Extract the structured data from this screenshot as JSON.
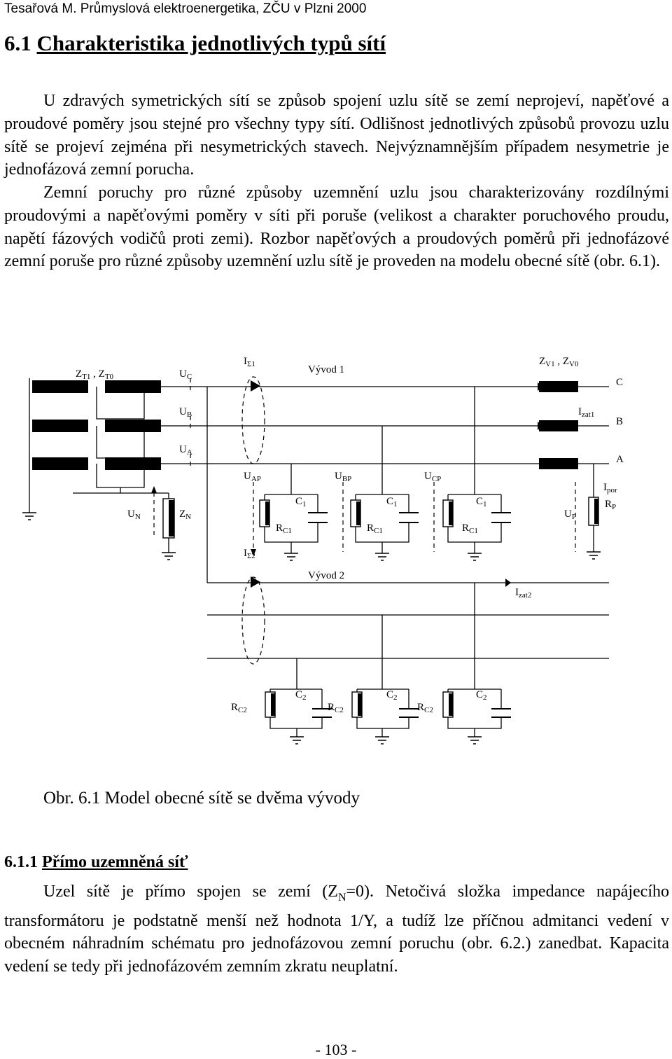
{
  "header": "Tesařová M.   Průmyslová elektroenergetika, ZČU v Plzni 2000",
  "section": {
    "number": "6.1",
    "title": "Charakteristika jednotlivých typů sítí"
  },
  "paragraph1": "U zdravých symetrických sítí se způsob spojení uzlu sítě se zemí neprojeví, napěťové a proudové poměry jsou stejné pro všechny typy sítí. Odlišnost jednotlivých způsobů provozu uzlu sítě se projeví zejména při nesymetrických stavech. Nejvýznamnějším případem nesymetrie je  jednofázová zemní porucha.",
  "paragraph2": "Zemní poruchy pro různé způsoby uzemnění uzlu jsou charakterizovány rozdílnými proudovými a napěťovými poměry v síti při poruše (velikost a charakter poruchového proudu, napětí fázových vodičů proti zemi). Rozbor napěťových a proudových poměrů při jednofázové zemní poruše pro různé způsoby uzemnění uzlu sítě je proveden na modelu obecné sítě (obr. 6.1).",
  "figure": {
    "labels": {
      "zt": "Z",
      "zt_sub1": "T1",
      "zt_sep": " , Z",
      "zt_sub2": "T0",
      "uc": "U",
      "uc_sub": "C",
      "ub": "U",
      "ub_sub": "B",
      "ua": "U",
      "ua_sub": "A",
      "un": "U",
      "un_sub": "N",
      "zn": "Z",
      "zn_sub": "N",
      "is1": "I",
      "is1_sub": "Σ1",
      "is2": "I",
      "is2_sub": "Σ2",
      "vyvod1": "Vývod 1",
      "vyvod2": "Vývod 2",
      "zv": "Z",
      "zv_sub1": "V1",
      "zv_sep": " ,  Z",
      "zv_sub2": "V0",
      "phase_c": "C",
      "phase_b": "B",
      "phase_a": "A",
      "izat1": "I",
      "izat1_sub": "zat1",
      "izat2": "I",
      "izat2_sub": "zat2",
      "uap": "U",
      "uap_sub": "AP",
      "ubp": "U",
      "ubp_sub": "BP",
      "ucp": "U",
      "ucp_sub": "CP",
      "c1": "C",
      "c1_sub": "1",
      "rc1": "R",
      "rc1_sub": "C1",
      "c2": "C",
      "c2_sub": "2",
      "rc2": "R",
      "rc2_sub": "C2",
      "ipor": "I",
      "ipor_sub": "por",
      "rp": "R",
      "rp_sub": "P",
      "up": "U",
      "up_sub": "P"
    }
  },
  "caption": "Obr. 6.1  Model obecné sítě se dvěma vývody",
  "subsection": {
    "number": "6.1.1",
    "title": "Přímo uzemněná síť"
  },
  "paragraph3_a": "Uzel sítě je přímo spojen se zemí (Z",
  "paragraph3_sub": "N",
  "paragraph3_b": "=0). Netočivá složka impedance napájecího transformátoru je podstatně menší než hodnota 1/Y, a tudíž lze příčnou admitanci vedení v obecném náhradním schématu pro jednofázovou zemní poruchu (obr. 6.2.) zanedbat. Kapacita vedení se tedy při jednofázovém zemním zkratu neuplatní.",
  "page_number": "- 103 -"
}
